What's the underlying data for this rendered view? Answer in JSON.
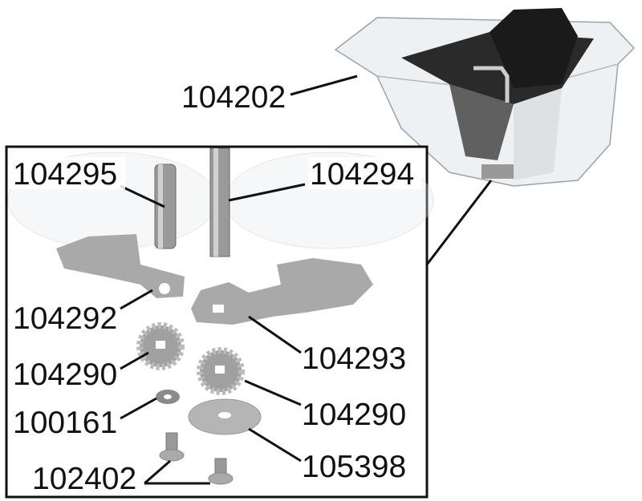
{
  "diagram": {
    "type": "exploded-parts-view",
    "colors": {
      "line": "#111111",
      "metal": "#9a9a9a",
      "plastic": "#e6e9ec",
      "dark": "#1e1e1e"
    },
    "labels": {
      "tank": "104202",
      "pin_left": "104295",
      "pin_right": "104294",
      "plate_left": "104292",
      "plate_right": "104293",
      "gear_left": "104290",
      "gear_right": "104290",
      "washer_small": "100161",
      "washer_large": "105398",
      "screws": "102402"
    }
  }
}
